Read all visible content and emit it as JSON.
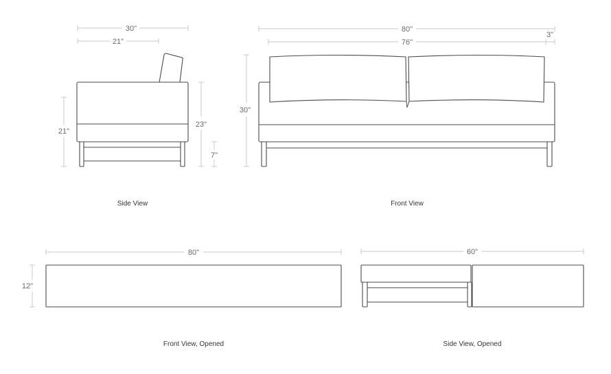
{
  "views": {
    "side": {
      "caption": "Side View",
      "overall_depth": "30\"",
      "seat_depth": "21\"",
      "seat_height": "21\"",
      "arm_height": "23\"",
      "clearance": "7\""
    },
    "front": {
      "caption": "Front View",
      "overall_width": "80\"",
      "inner_width": "76\"",
      "arm_width": "3\"",
      "overall_height": "30\""
    },
    "front_opened": {
      "caption": "Front View, Opened",
      "width": "80\"",
      "height": "12\""
    },
    "side_opened": {
      "caption": "Side View, Opened",
      "depth": "60\""
    }
  }
}
